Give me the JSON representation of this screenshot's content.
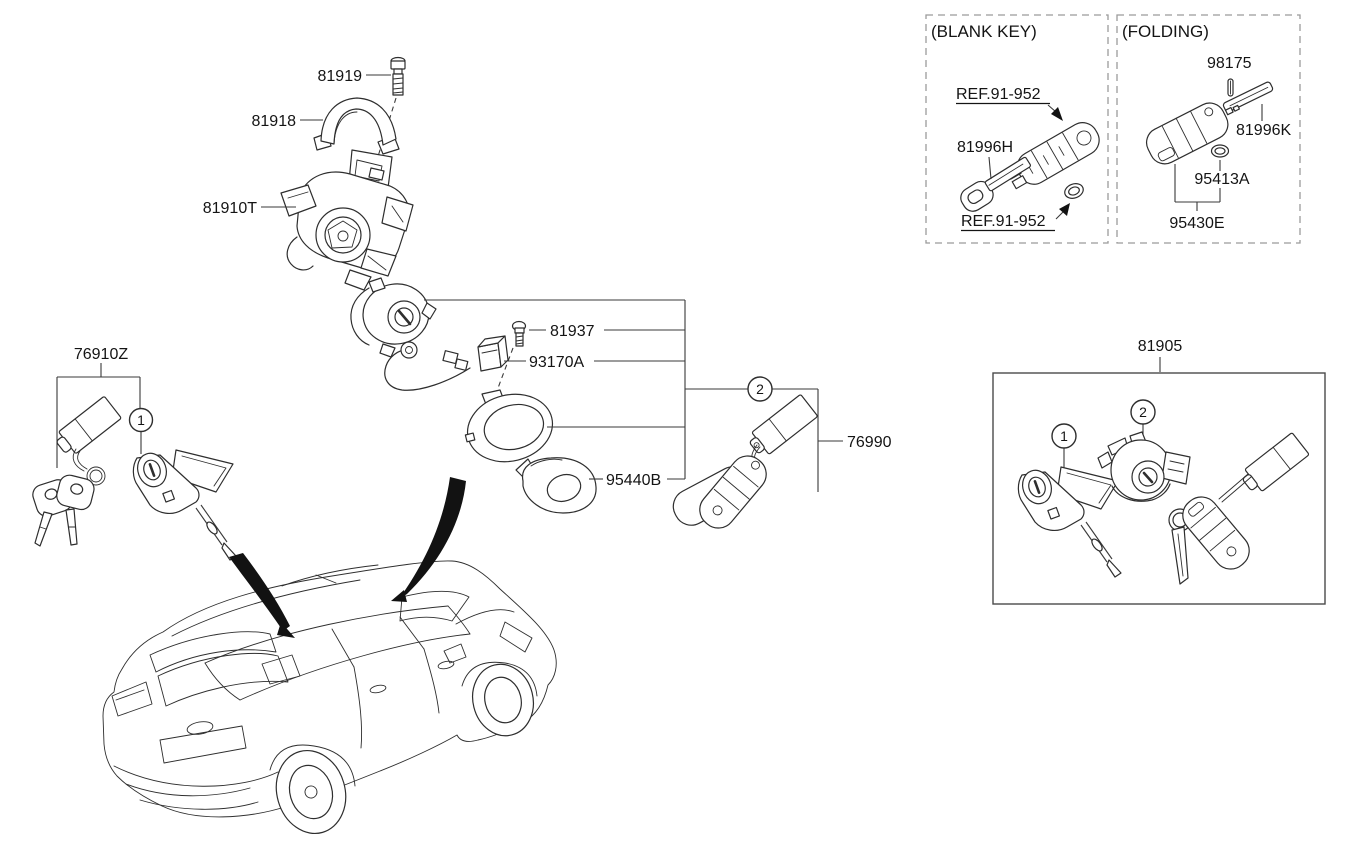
{
  "colors": {
    "background": "#ffffff",
    "line": "#2e2e2e",
    "label_text": "#141414",
    "dashed_box_border": "#9b9b9b",
    "arrow_fill": "#121212"
  },
  "labels": {
    "81919": "81919",
    "81918": "81918",
    "81910T": "81910T",
    "81937": "81937",
    "93170A": "93170A",
    "95440B": "95440B",
    "76910Z": "76910Z",
    "76990": "76990",
    "81905": "81905"
  },
  "callouts": {
    "one": "1",
    "two": "2"
  },
  "insets": {
    "blank_key": {
      "title": "(BLANK KEY)",
      "ref_top": "REF.91-952",
      "blank_label": "81996H",
      "ref_bottom": "REF.91-952"
    },
    "folding": {
      "title": "(FOLDING)",
      "pin_label": "98175",
      "blade_label": "81996K",
      "battery_label": "95413A",
      "key_label": "95430E"
    }
  }
}
